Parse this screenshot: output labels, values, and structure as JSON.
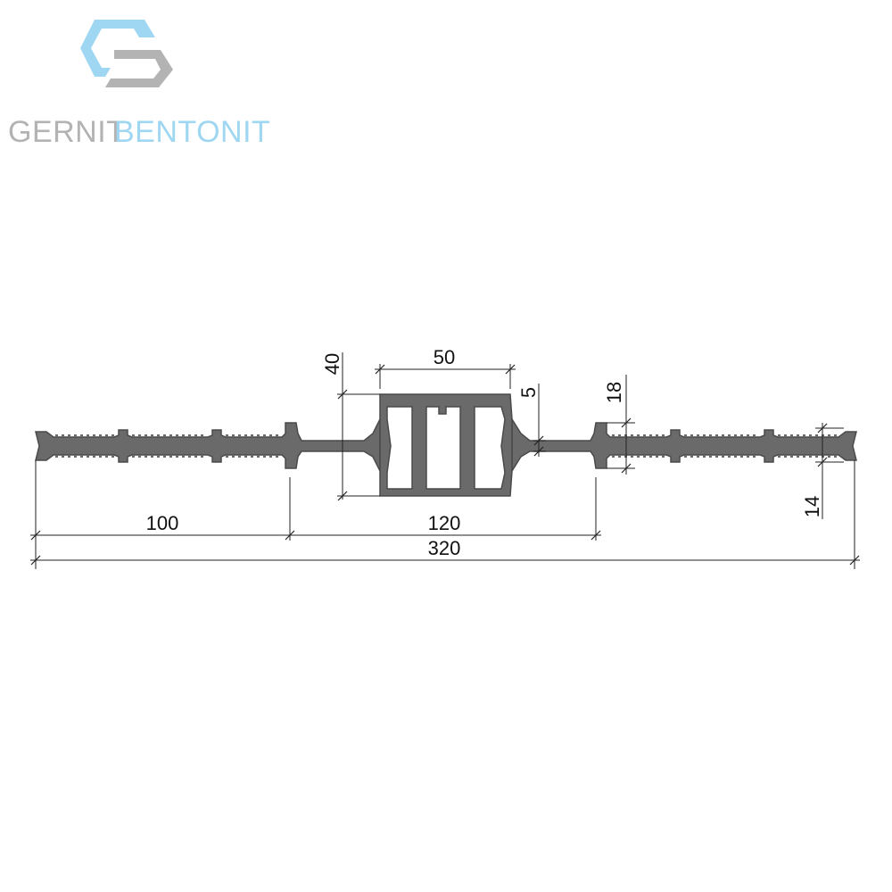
{
  "brand": {
    "word1": "GERNIT",
    "word2": "BENTONIT",
    "color_gray": "#b3b3b3",
    "color_blue": "#9fd7f2"
  },
  "profile_color": "#6a6a6a",
  "dimensions": {
    "overall_width": "320",
    "left_segment": "100",
    "center_segment": "120",
    "bulb_height": "40",
    "bulb_width": "50",
    "web_thickness": "5",
    "rib_height": "18",
    "edge_thickness": "14"
  }
}
